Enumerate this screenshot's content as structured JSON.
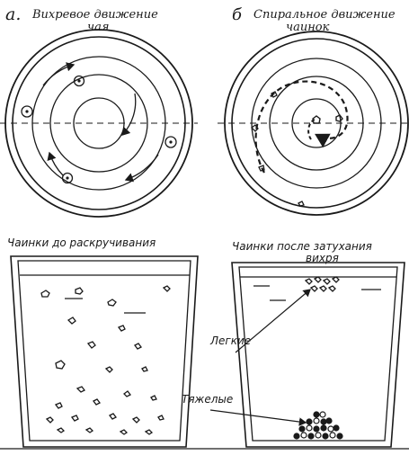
{
  "panel_a": {
    "letter": "а.",
    "caption_line1": "Вихревое движение",
    "caption_line2": "чая"
  },
  "panel_b": {
    "letter": "б",
    "caption_line1": "Спиральное движение",
    "caption_line2": "чаинок"
  },
  "glass_left": {
    "title": "Чаинки до раскручивания"
  },
  "glass_right": {
    "title_line1": "Чаинки после затухания",
    "title_line2": "вихря"
  },
  "labels": {
    "light": "Легкие",
    "heavy": "Тяжелые"
  },
  "colors": {
    "ink": "#1a1a1a",
    "paper": "#ffffff"
  }
}
